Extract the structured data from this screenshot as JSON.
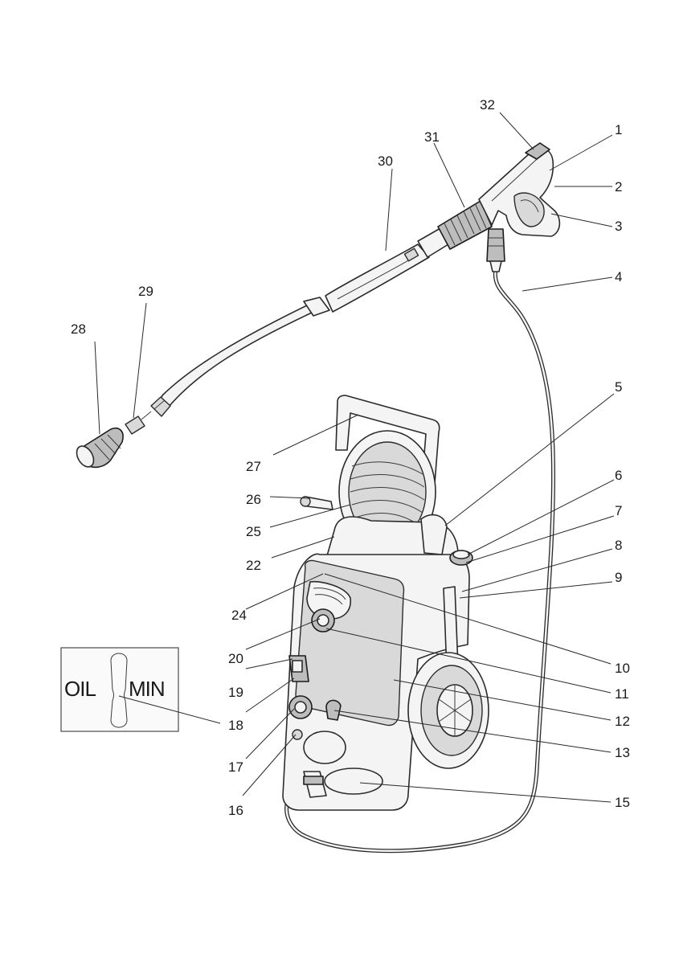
{
  "diagram": {
    "callouts": [
      {
        "id": "c1",
        "label": "1"
      },
      {
        "id": "c2",
        "label": "2"
      },
      {
        "id": "c3",
        "label": "3"
      },
      {
        "id": "c4",
        "label": "4"
      },
      {
        "id": "c5",
        "label": "5"
      },
      {
        "id": "c6",
        "label": "6"
      },
      {
        "id": "c7",
        "label": "7"
      },
      {
        "id": "c8",
        "label": "8"
      },
      {
        "id": "c9",
        "label": "9"
      },
      {
        "id": "c10",
        "label": "10"
      },
      {
        "id": "c11",
        "label": "11"
      },
      {
        "id": "c12",
        "label": "12"
      },
      {
        "id": "c13",
        "label": "13"
      },
      {
        "id": "c15",
        "label": "15"
      },
      {
        "id": "c16",
        "label": "16"
      },
      {
        "id": "c17",
        "label": "17"
      },
      {
        "id": "c18",
        "label": "18"
      },
      {
        "id": "c19",
        "label": "19"
      },
      {
        "id": "c20",
        "label": "20"
      },
      {
        "id": "c22",
        "label": "22"
      },
      {
        "id": "c24",
        "label": "24"
      },
      {
        "id": "c25",
        "label": "25"
      },
      {
        "id": "c26",
        "label": "26"
      },
      {
        "id": "c27",
        "label": "27"
      },
      {
        "id": "c28",
        "label": "28"
      },
      {
        "id": "c29",
        "label": "29"
      },
      {
        "id": "c30",
        "label": "30"
      },
      {
        "id": "c31",
        "label": "31"
      },
      {
        "id": "c32",
        "label": "32"
      }
    ],
    "oil_indicator": {
      "left_label": "OIL",
      "right_label": "MIN"
    }
  }
}
